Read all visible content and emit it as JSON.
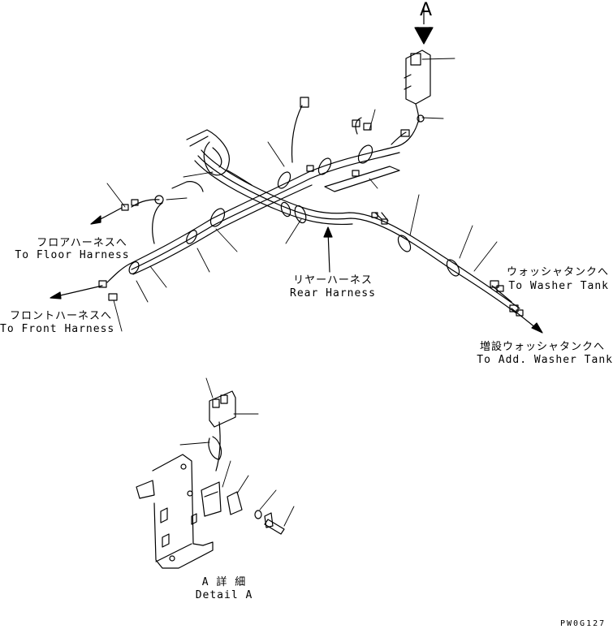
{
  "view_marker": "A",
  "labels": {
    "floor_jp": "フロアハーネスへ",
    "floor_en": "To Floor Harness",
    "front_jp": "フロントハーネスへ",
    "front_en": "To Front Harness",
    "rear_jp": "リヤーハーネス",
    "rear_en": "Rear Harness",
    "washer_jp": "ウォッシャタンクへ",
    "washer_en": "To Washer Tank",
    "add_washer_jp": "増設ウォッシャタンクへ",
    "add_washer_en": "To Add. Washer Tank",
    "detail_jp": "A 詳 細",
    "detail_en": "Detail A"
  },
  "drawing_code": "PW0G127",
  "colors": {
    "line": "#000000",
    "background": "#ffffff"
  }
}
